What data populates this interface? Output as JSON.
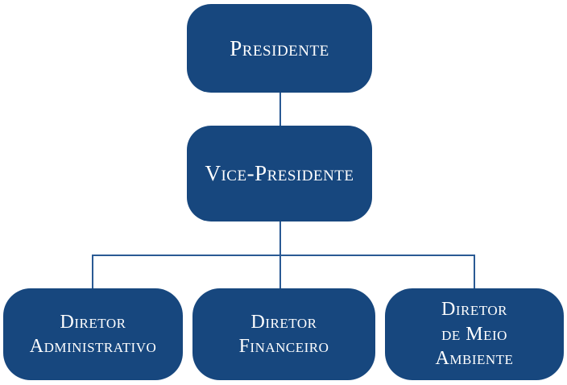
{
  "org_chart": {
    "colors": {
      "background": "#ffffff",
      "node_fill": "#17477e",
      "node_text": "#ffffff",
      "connector": "#2a5a94"
    },
    "nodes": [
      {
        "id": "presidente",
        "label": "Presidente",
        "lines": [
          "Presidente"
        ]
      },
      {
        "id": "vice-presidente",
        "label": "Vice-Presidente",
        "lines": [
          "Vice-Presidente"
        ]
      },
      {
        "id": "diretor-administrativo",
        "label": "Diretor Administrativo",
        "lines": [
          "Diretor",
          "Administrativo"
        ]
      },
      {
        "id": "diretor-financeiro",
        "label": "Diretor Financeiro",
        "lines": [
          "Diretor",
          "Financeiro"
        ]
      },
      {
        "id": "diretor-meio-ambiente",
        "label": "Diretor de Meio Ambiente",
        "lines": [
          "Diretor",
          "de Meio",
          "Ambiente"
        ]
      }
    ],
    "edges": [
      {
        "from": "presidente",
        "to": "vice-presidente"
      },
      {
        "from": "vice-presidente",
        "to": "diretor-administrativo"
      },
      {
        "from": "vice-presidente",
        "to": "diretor-financeiro"
      },
      {
        "from": "vice-presidente",
        "to": "diretor-meio-ambiente"
      }
    ]
  }
}
